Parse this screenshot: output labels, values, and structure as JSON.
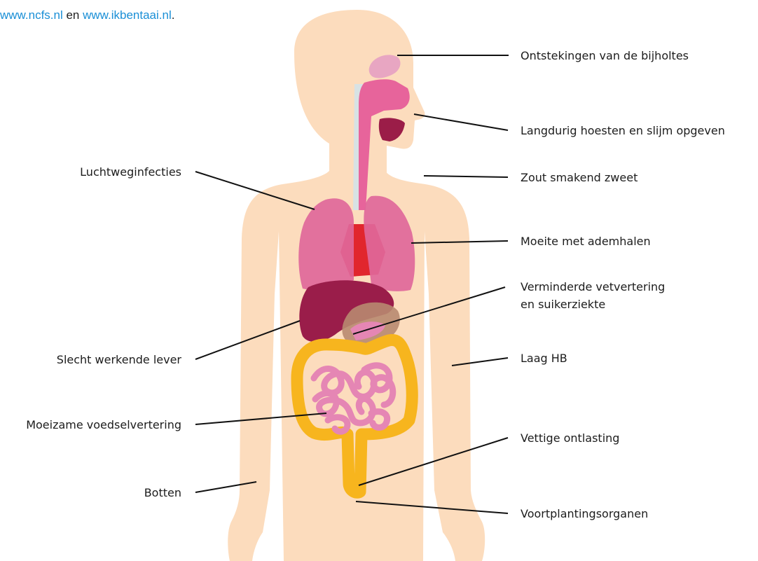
{
  "header": {
    "link1": "www.ncfs.nl",
    "mid": " en ",
    "link2": "www.ikbentaai.nl",
    "end": "."
  },
  "colors": {
    "skin": "#fcdcbd",
    "lung": "#e0679a",
    "heart": "#e1262d",
    "liver": "#9a1d4a",
    "pancreas": "#b88a70",
    "colon": "#f7b51e",
    "intestine": "#e586b4",
    "sinus": "#e8a6c2",
    "airway": "#e7649b",
    "trachea": "#d8e2e4",
    "mouth": "#9b1d48",
    "line": "#111111"
  },
  "labels": {
    "sinus": "Ontstekingen van de bijholtes",
    "cough": "Langdurig hoesten en slijm opgeven",
    "sweat": "Zout smakend zweet",
    "breath": "Moeite met ademhalen",
    "fat_line1": "Verminderde vetvertering",
    "fat_line2": "en suikerziekte",
    "hb": "Laag HB",
    "stool": "Vettige ontlasting",
    "repro": "Voortplantingsorganen",
    "airway_inf": "Luchtweginfecties",
    "liver": "Slecht werkende lever",
    "digestion": "Moeizame voedselvertering",
    "bones": "Botten"
  }
}
